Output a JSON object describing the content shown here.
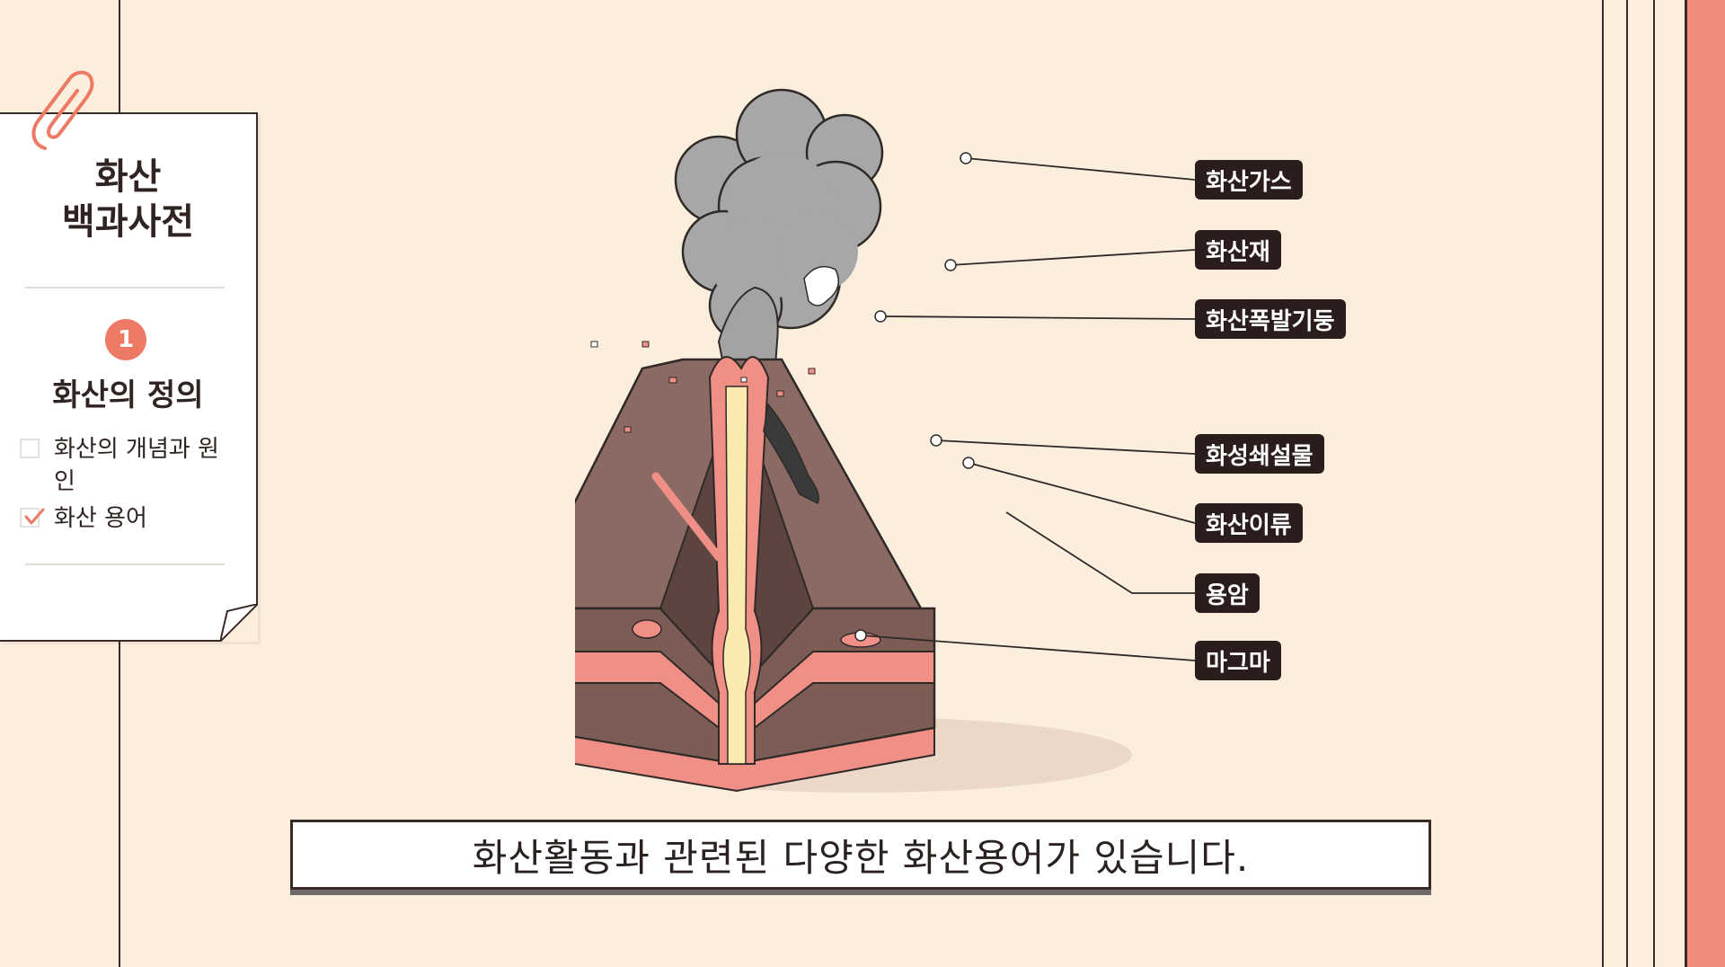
{
  "sidebar": {
    "title": "화산\n백과사전",
    "step_number": "1",
    "section_title": "화산의 정의",
    "items": [
      {
        "label": "화산의 개념과 원인",
        "checked": false
      },
      {
        "label": "화산 용어",
        "checked": true
      }
    ]
  },
  "diagram": {
    "labels": [
      "화산가스",
      "화산재",
      "화산폭발기둥",
      "화성쇄설물",
      "화산이류",
      "용암",
      "마그마"
    ]
  },
  "caption": "화산활동과 관련된 다양한 화산용어가 있습니다.",
  "colors": {
    "background": "#fbeedd",
    "accent": "#ec7a64",
    "magma": "#ef8f86",
    "label_bg": "#2b1d1c",
    "ash": "#a3a3a3",
    "rock": "#8a6a63"
  }
}
